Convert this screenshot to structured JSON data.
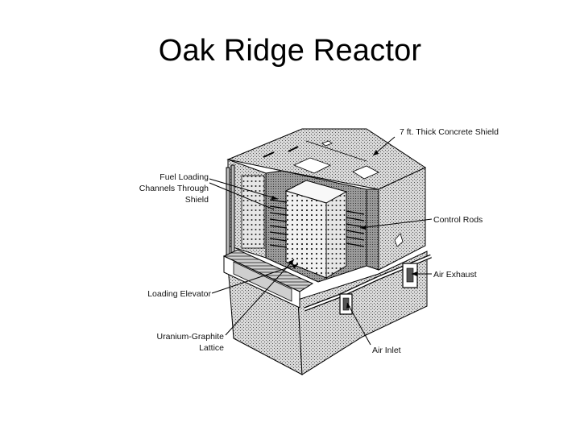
{
  "slide": {
    "title": "Oak Ridge Reactor"
  },
  "diagram": {
    "labels": {
      "concrete_shield": "7 ft. Thick Concrete Shield",
      "fuel_loading_1": "Fuel Loading",
      "fuel_loading_2": "Channels Through",
      "fuel_loading_3": "Shield",
      "control_rods": "Control Rods",
      "air_exhaust": "Air Exhaust",
      "loading_elevator": "Loading Elevator",
      "lattice_1": "Uranium-Graphite",
      "lattice_2": "Lattice",
      "air_inlet": "Air Inlet"
    }
  }
}
